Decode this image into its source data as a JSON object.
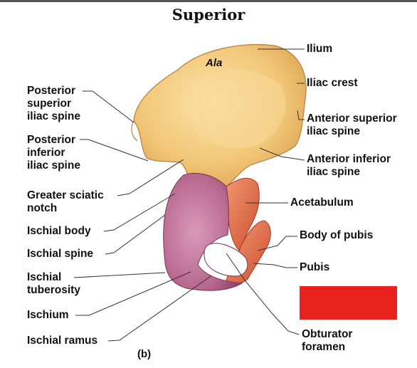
{
  "title": "Superior",
  "region_label": "Ala",
  "panel_label": "(b)",
  "labels": {
    "ilium": "Ilium",
    "iliac_crest": "Iliac crest",
    "anterior_superior_iliac_spine": "Anterior superior\niliac spine",
    "anterior_inferior_iliac_spine": "Anterior inferior\niliac spine",
    "acetabulum": "Acetabulum",
    "body_of_pubis": "Body of pubis",
    "pubis": "Pubis",
    "obturator_foramen": "Obturator\nforamen",
    "posterior_superior_iliac_spine": "Posterior\nsuperior\niliac spine",
    "posterior_inferior_iliac_spine": "Posterior\ninferior\niliac spine",
    "greater_sciatic_notch": "Greater sciatic\nnotch",
    "ischial_body": "Ischial body",
    "ischial_spine": "Ischial spine",
    "ischial_tuberosity": "Ischial\ntuberosity",
    "ischium": "Ischium",
    "ischial_ramus": "Ischial ramus"
  },
  "colors": {
    "ilium": "#f2c677",
    "ischium": "#b8678f",
    "pubis": "#e2694a",
    "redaction": "#e8231e"
  }
}
